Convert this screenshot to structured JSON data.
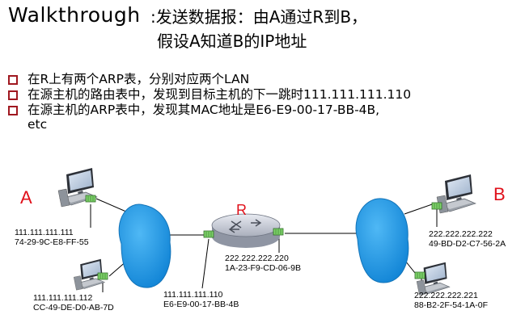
{
  "header": {
    "title": "Walkthrough",
    "desc_line1": ":发送数据报：由A通过R到B，",
    "desc_line2": "假设A知道B的IP地址"
  },
  "bullets": [
    {
      "text": "在R上有两个ARP表，分别对应两个LAN"
    },
    {
      "text": "在源主机的路由表中，发现到目标主机的下一跳时111.111.111.110"
    },
    {
      "text": "在源主机的ARP表中，发现其MAC地址是E6-E9-00-17-BB-4B,",
      "continuation": "etc"
    }
  ],
  "diagram": {
    "host_a": {
      "letter": "A",
      "ip": "111.111.111.111",
      "mac": "74-29-9C-E8-FF-55"
    },
    "host_a2": {
      "ip": "111.111.111.112",
      "mac": "CC-49-DE-D0-AB-7D"
    },
    "router": {
      "letter": "R"
    },
    "router_if_left": {
      "ip": "111.111.111.110",
      "mac": "E6-E9-00-17-BB-4B"
    },
    "router_if_right": {
      "ip": "222.222.222.220",
      "mac": "1A-23-F9-CD-06-9B"
    },
    "host_b": {
      "letter": "B",
      "ip": "222.222.222.222",
      "mac": "49-BD-D2-C7-56-2A"
    },
    "host_b2": {
      "ip": "222.222.222.221",
      "mac": "88-B2-2F-54-1A-0F"
    }
  },
  "colors": {
    "bullet": "#a01820",
    "host_letter": "#e0101a",
    "cloud": "#1e9ce8",
    "adapter": "#7ed36a",
    "router_body": "#c8ccd6"
  }
}
